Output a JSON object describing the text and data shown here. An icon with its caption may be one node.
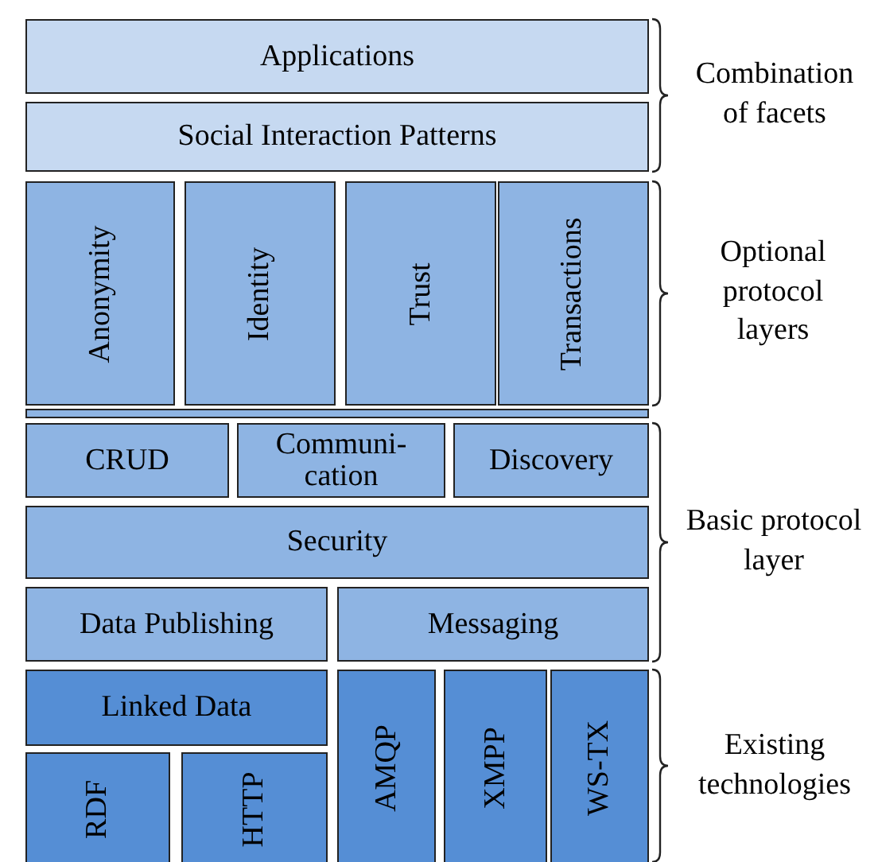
{
  "diagram": {
    "nodes": [
      {
        "text": [
          "Applications"
        ]
      },
      {
        "text": [
          "Social Interaction Patterns"
        ]
      },
      {
        "text": [
          "Anonymity"
        ]
      },
      {
        "text": [
          "Identity"
        ]
      },
      {
        "text": [
          "Trust"
        ]
      },
      {
        "text": [
          "Transactions"
        ]
      },
      {
        "text": [],
        "shape": "bar"
      },
      {
        "text": [
          "CRUD"
        ]
      },
      {
        "text": [
          "Communi- cation"
        ]
      },
      {
        "text": [
          "Discovery"
        ]
      },
      {
        "text": [
          "Security"
        ]
      },
      {
        "text": [
          "Data Publishing"
        ]
      },
      {
        "text": [
          "Messaging"
        ]
      },
      {
        "text": [
          "Linked Data"
        ]
      },
      {
        "text": [
          "RDF"
        ]
      },
      {
        "text": [
          "HTTP"
        ]
      },
      {
        "text": [
          "AMQP"
        ]
      },
      {
        "text": [
          "XMPP"
        ]
      },
      {
        "text": [
          "WS-TX"
        ]
      }
    ],
    "edges": [],
    "labels": [
      "Combination of facets",
      "Optional protocol layers",
      "Basic protocol layer",
      "Existing technologies"
    ]
  }
}
